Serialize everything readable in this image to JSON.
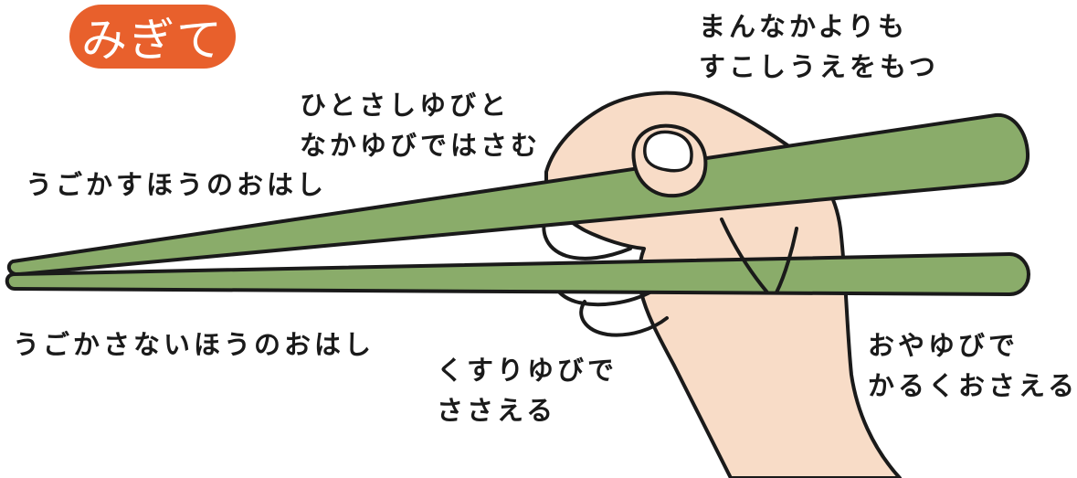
{
  "title": "みぎて",
  "colors": {
    "badge": "#e8602c",
    "chopstick": "#8aac6a",
    "skin": "#f8dcc7",
    "outline": "#1a1a1a"
  },
  "labels": {
    "grip_position": [
      "まんなかよりも",
      "すこしうえをもつ"
    ],
    "index_middle": [
      "ひとさしゆびと",
      "なかゆびではさむ"
    ],
    "moving_chopstick": [
      "うごかすほうのおはし"
    ],
    "fixed_chopstick": [
      "うごかさないほうのおはし"
    ],
    "ring_finger": [
      "くすりゆびで",
      "ささえる"
    ],
    "thumb": [
      "おやゆびで",
      "かるくおさえる"
    ]
  }
}
